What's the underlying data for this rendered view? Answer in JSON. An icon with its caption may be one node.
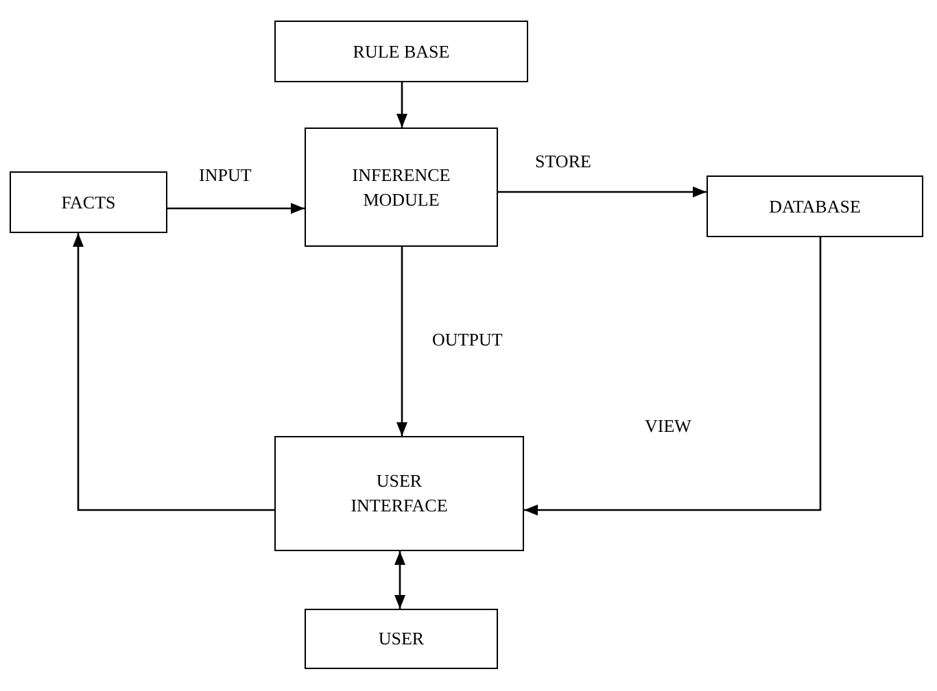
{
  "diagram": {
    "nodes": [
      {
        "text": [
          "RULE BASE"
        ]
      },
      {
        "text": [
          "INFERENCE MODULE"
        ]
      },
      {
        "text": [
          "FACTS"
        ]
      },
      {
        "text": [
          "DATABASE"
        ]
      },
      {
        "text": [
          "USER INTERFACE"
        ]
      },
      {
        "text": [
          "USER"
        ]
      }
    ],
    "edges": [
      {
        "from": 0,
        "to": 1,
        "arrow": "to"
      },
      {
        "from": 2,
        "to": 1,
        "arrow": "to",
        "label": "INPUT"
      },
      {
        "from": 1,
        "to": 3,
        "arrow": "to",
        "label": "STORE"
      },
      {
        "from": 1,
        "to": 4,
        "arrow": "to",
        "label": "OUTPUT"
      },
      {
        "from": 3,
        "to": 4,
        "arrow": "to",
        "label": "VIEW"
      },
      {
        "from": 4,
        "to": 2,
        "arrow": "to"
      },
      {
        "from": 4,
        "to": 5,
        "arrow": "both"
      }
    ]
  }
}
